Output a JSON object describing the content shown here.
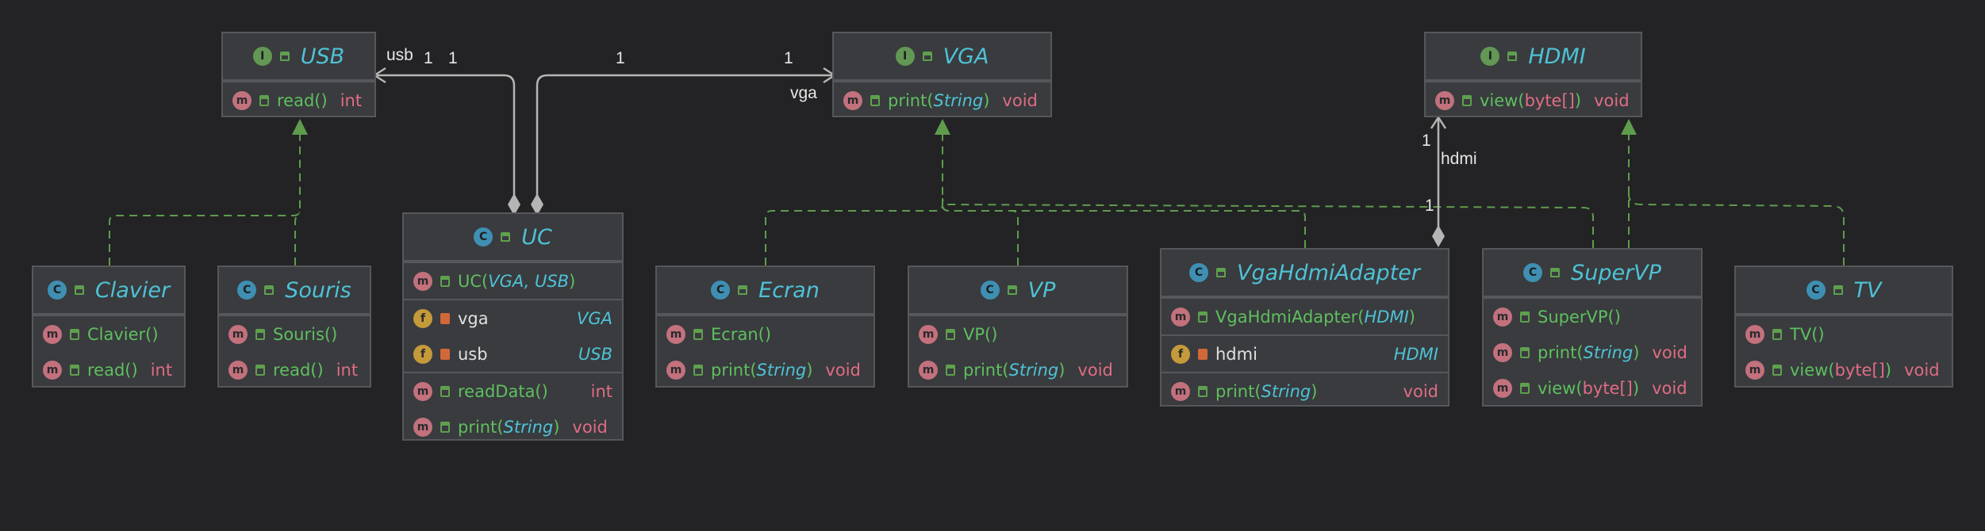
{
  "colors": {
    "background": "#232325",
    "box": "#393b3e",
    "implements": "#5f9c4d",
    "association": "#b5b5b5",
    "class_name": "#4ec2d6",
    "method": "#5fbf5f",
    "type_red": "#e06c84"
  },
  "icons": {
    "interface": "I",
    "class": "C",
    "method": "m",
    "field": "f"
  },
  "classes": {
    "usb": {
      "name": "USB",
      "method1": {
        "name": "read()",
        "ret": "int"
      }
    },
    "vga": {
      "name": "VGA",
      "method1": {
        "name": "print(",
        "param": "String",
        "close": ")",
        "ret": "void"
      }
    },
    "hdmi": {
      "name": "HDMI",
      "method1": {
        "name": "view(",
        "param": "byte[]",
        "close": ")",
        "ret": "void"
      }
    },
    "clavier": {
      "name": "Clavier",
      "ctor": "Clavier()",
      "method1": {
        "name": "read()",
        "ret": "int"
      }
    },
    "souris": {
      "name": "Souris",
      "ctor": "Souris()",
      "method1": {
        "name": "read()",
        "ret": "int"
      }
    },
    "uc": {
      "name": "UC",
      "ctor": {
        "name": "UC(",
        "param": "VGA, USB",
        "close": ")"
      },
      "field1": {
        "name": "vga",
        "type": "VGA"
      },
      "field2": {
        "name": "usb",
        "type": "USB"
      },
      "method1": {
        "name": "readData()",
        "ret": "int"
      },
      "method2": {
        "name": "print(",
        "param": "String",
        "close": ")",
        "ret": "void"
      }
    },
    "ecran": {
      "name": "Ecran",
      "ctor": "Ecran()",
      "method1": {
        "name": "print(",
        "param": "String",
        "close": ")",
        "ret": "void"
      }
    },
    "vp": {
      "name": "VP",
      "ctor": "VP()",
      "method1": {
        "name": "print(",
        "param": "String",
        "close": ")",
        "ret": "void"
      }
    },
    "adapter": {
      "name": "VgaHdmiAdapter",
      "ctor": {
        "name": "VgaHdmiAdapter(",
        "param": "HDMI",
        "close": ")"
      },
      "field1": {
        "name": "hdmi",
        "type": "HDMI"
      },
      "method1": {
        "name": "print(",
        "param": "String",
        "close": ")",
        "ret": "void"
      }
    },
    "supervp": {
      "name": "SuperVP",
      "ctor": "SuperVP()",
      "method1": {
        "name": "print(",
        "param": "String",
        "close": ")",
        "ret": "void"
      },
      "method2": {
        "name": "view(",
        "param": "byte[]",
        "close": ")",
        "ret": "void"
      }
    },
    "tv": {
      "name": "TV",
      "ctor": "TV()",
      "method1": {
        "name": "view(",
        "param": "byte[]",
        "close": ")",
        "ret": "void"
      }
    }
  },
  "labels": {
    "usb_role": "usb",
    "usb_mult_a": "1",
    "usb_mult_b": "1",
    "vga_mult_a": "1",
    "vga_mult_b": "1",
    "vga_role": "vga",
    "hdmi_mult_top": "1",
    "hdmi_role": "hdmi",
    "hdmi_mult_bottom": "1"
  }
}
